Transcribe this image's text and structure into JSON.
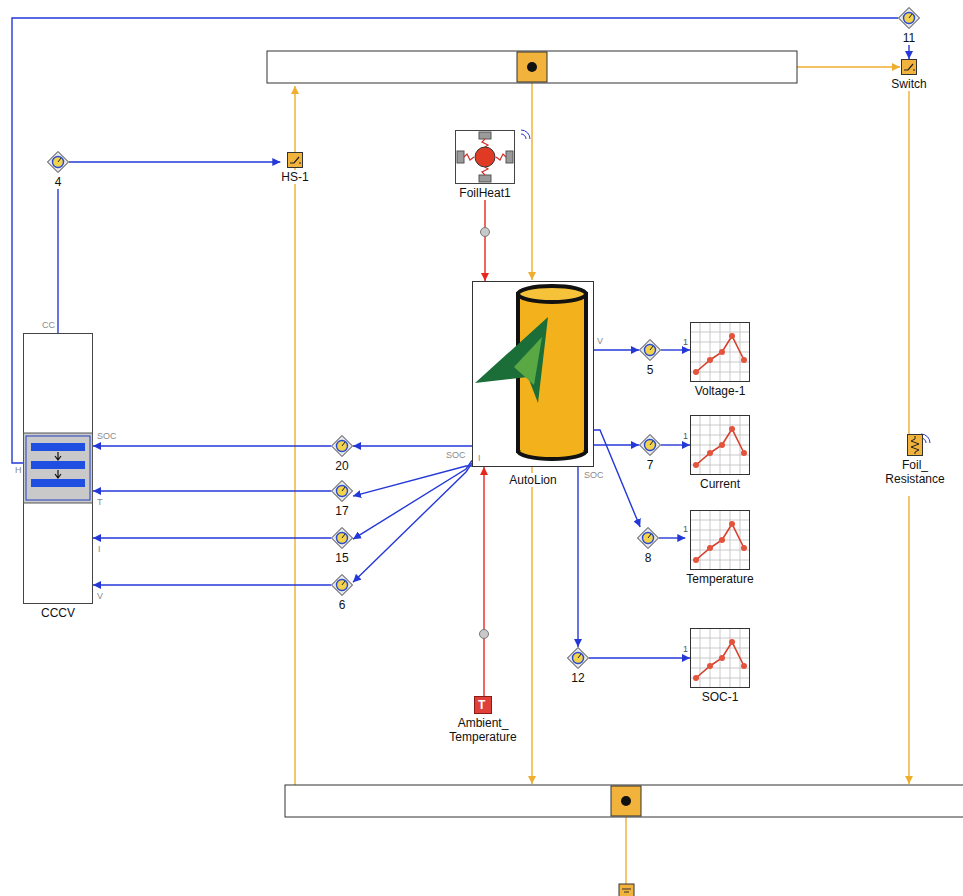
{
  "diagram": {
    "nodes": [
      {
        "text": [
          "11"
        ]
      },
      {
        "text": [
          "Switch"
        ]
      },
      {
        "text": [
          "4"
        ]
      },
      {
        "text": [
          "HS-1"
        ]
      },
      {
        "text": [
          "FoilHeat1"
        ]
      },
      {
        "text": [
          "AutoLion"
        ]
      },
      {
        "text": [
          "CCCV"
        ]
      },
      {
        "text": [
          "5"
        ]
      },
      {
        "text": [
          "Voltage-1"
        ]
      },
      {
        "text": [
          "20"
        ]
      },
      {
        "text": [
          "7"
        ]
      },
      {
        "text": [
          "Current"
        ]
      },
      {
        "text": [
          "Foil_ Resistance"
        ]
      },
      {
        "text": [
          "17"
        ]
      },
      {
        "text": [
          "15"
        ]
      },
      {
        "text": [
          "8"
        ]
      },
      {
        "text": [
          "Temperature"
        ]
      },
      {
        "text": [
          "6"
        ]
      },
      {
        "text": [
          "Ambient_ Temperature"
        ]
      },
      {
        "text": [
          "12"
        ]
      },
      {
        "text": [
          "SOC-1"
        ]
      }
    ],
    "edges": [
      {
        "from": 6,
        "to": 2,
        "arrow": "none"
      },
      {
        "from": 2,
        "to": 3,
        "arrow": "to"
      },
      {
        "from": 6,
        "to": 0,
        "arrow": "none"
      },
      {
        "from": 0,
        "to": 1,
        "arrow": "to"
      },
      {
        "from": 5,
        "to": 9,
        "arrow": "to"
      },
      {
        "from": 9,
        "to": 6,
        "arrow": "to"
      },
      {
        "from": 5,
        "to": 13,
        "arrow": "to"
      },
      {
        "from": 13,
        "to": 6,
        "arrow": "to"
      },
      {
        "from": 5,
        "to": 14,
        "arrow": "to"
      },
      {
        "from": 14,
        "to": 6,
        "arrow": "to"
      },
      {
        "from": 5,
        "to": 17,
        "arrow": "to"
      },
      {
        "from": 17,
        "to": 6,
        "arrow": "to"
      },
      {
        "from": 5,
        "to": 7,
        "arrow": "to"
      },
      {
        "from": 7,
        "to": 8,
        "arrow": "to"
      },
      {
        "from": 5,
        "to": 10,
        "arrow": "to"
      },
      {
        "from": 10,
        "to": 11,
        "arrow": "to"
      },
      {
        "from": 5,
        "to": 15,
        "arrow": "to"
      },
      {
        "from": 15,
        "to": 16,
        "arrow": "to"
      },
      {
        "from": 5,
        "to": 19,
        "arrow": "to"
      },
      {
        "from": 19,
        "to": 20,
        "arrow": "to"
      },
      {
        "from": 4,
        "to": 5,
        "arrow": "to"
      },
      {
        "from": 18,
        "to": 5,
        "arrow": "to"
      },
      {
        "from": 1,
        "to": 12,
        "arrow": "none"
      }
    ],
    "labels": [
      "CC",
      "SOC",
      "T",
      "I",
      "V",
      "H",
      "V",
      "SOC",
      "I",
      "SOC",
      "1",
      "1",
      "1",
      "1",
      "T"
    ]
  }
}
